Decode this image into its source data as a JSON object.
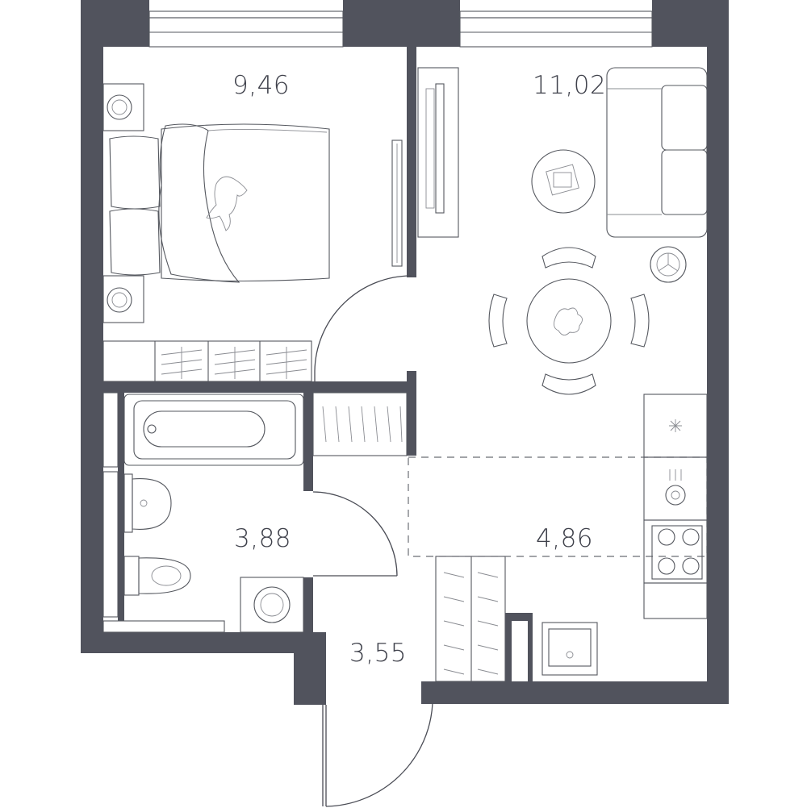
{
  "rooms": {
    "bedroom": {
      "area": "9,46"
    },
    "living": {
      "area": "11,02"
    },
    "bathroom": {
      "area": "3,88"
    },
    "kitchen": {
      "area": "4,86"
    },
    "hallway": {
      "area": "3,55"
    }
  },
  "colors": {
    "wall": "#51535d",
    "text": "#3f414b",
    "background": "#ffffff"
  }
}
